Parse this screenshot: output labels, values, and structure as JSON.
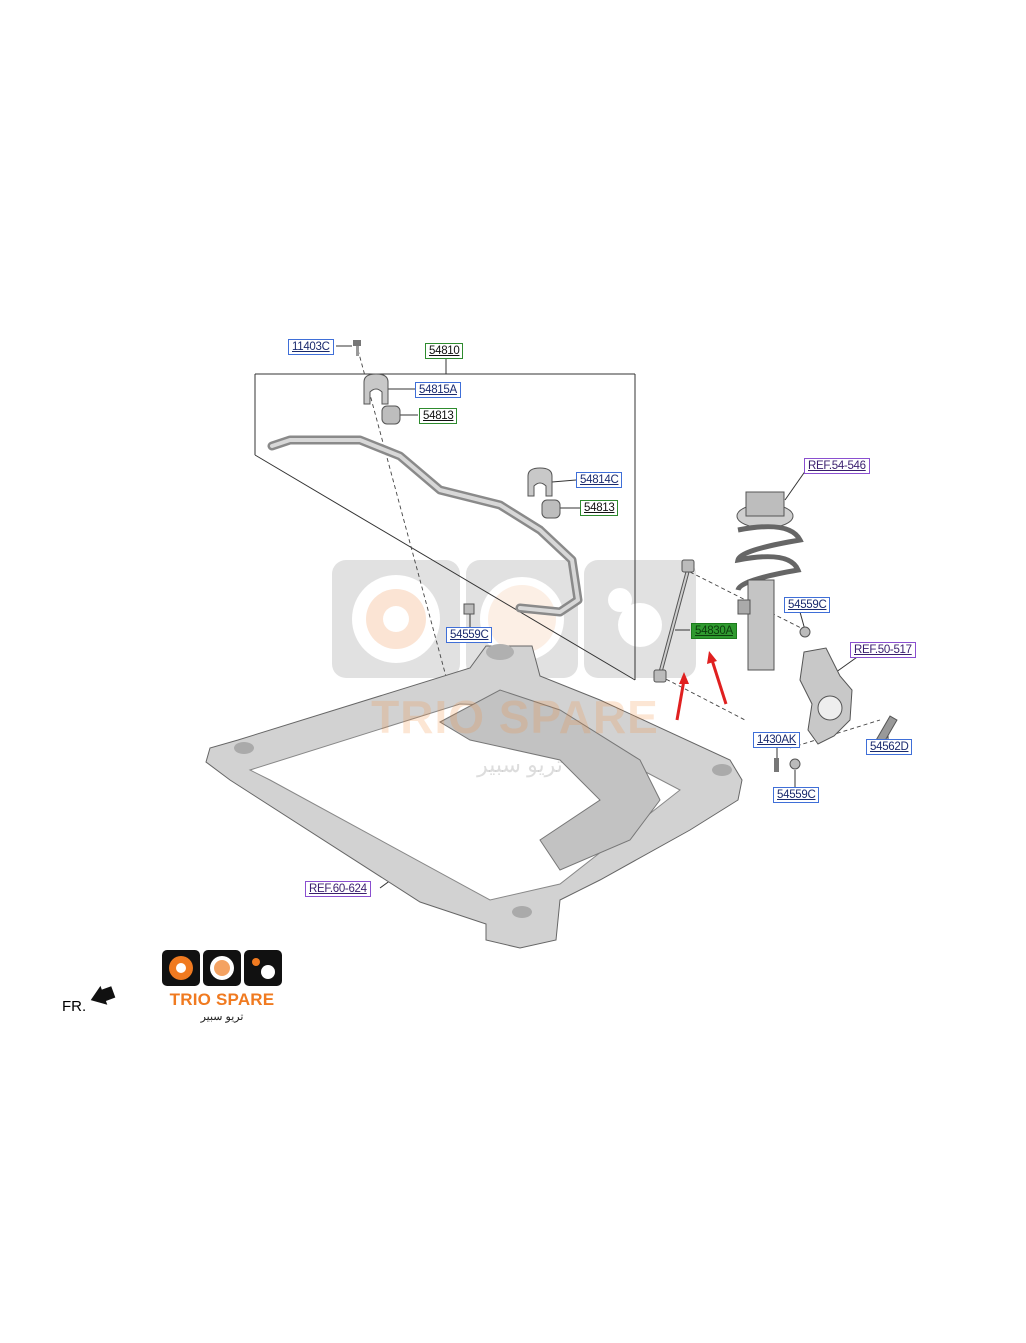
{
  "diagram": {
    "group_label": "54810",
    "callouts": [
      {
        "id": "11403c",
        "text": "11403C",
        "kind": "part"
      },
      {
        "id": "54815a",
        "text": "54815A",
        "kind": "part"
      },
      {
        "id": "54813-upper",
        "text": "54813",
        "kind": "group"
      },
      {
        "id": "54814c",
        "text": "54814C",
        "kind": "part"
      },
      {
        "id": "54813-lower",
        "text": "54813",
        "kind": "group"
      },
      {
        "id": "54559c-left",
        "text": "54559C",
        "kind": "part"
      },
      {
        "id": "54830a",
        "text": "54830A",
        "kind": "highlight"
      },
      {
        "id": "54559c-strut",
        "text": "54559C",
        "kind": "part"
      },
      {
        "id": "ref-54-546",
        "text": "REF.54-546",
        "kind": "ref"
      },
      {
        "id": "ref-50-517",
        "text": "REF.50-517",
        "kind": "ref"
      },
      {
        "id": "1430ak",
        "text": "1430AK",
        "kind": "part"
      },
      {
        "id": "54562d",
        "text": "54562D",
        "kind": "part"
      },
      {
        "id": "54559c-lower",
        "text": "54559C",
        "kind": "part"
      },
      {
        "id": "ref-60-624",
        "text": "REF.60-624",
        "kind": "ref"
      }
    ],
    "front_label": "FR.",
    "highlight_color": "#2f9a2f",
    "arrow_color": "#e02020"
  },
  "watermark": {
    "brand": "TRIO SPARE",
    "brand_arabic": "تريو سبير"
  },
  "logo": {
    "brand": "TRIO SPARE",
    "brand_arabic": "تريو سبير",
    "accent": "#f07a20"
  }
}
